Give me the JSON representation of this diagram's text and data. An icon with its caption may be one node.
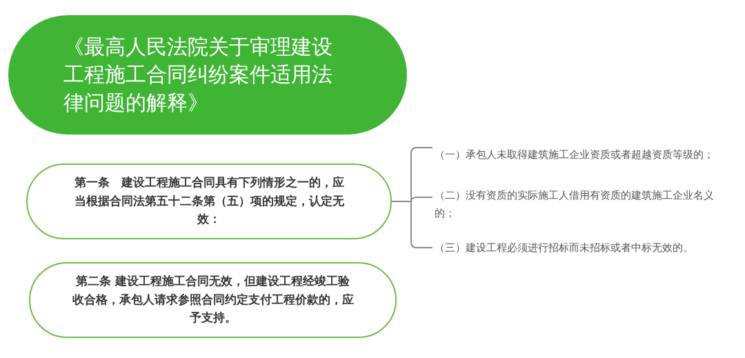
{
  "diagram": {
    "nodes": [
      {
        "text": [
          "《最高人民法院关于审理建设工程施工合同纠纷案件适用法律问题的解释》"
        ]
      },
      {
        "text": [
          "第一条　建设工程施工合同具有下列情形之一的，应当根据合同法第五十二条第（五）项的规定，认定无效："
        ]
      },
      {
        "text": [
          "第二条 建设工程施工合同无效，但建设工程经竣工验收合格，承包人请求参照合同约定支付工程价款的，应予支持。"
        ]
      },
      {
        "text": [
          "（一）承包人未取得建筑施工企业资质或者超越资质等级的；"
        ]
      },
      {
        "text": [
          "（二）没有资质的实际施工人借用有资质的建筑施工企业名义的；"
        ]
      },
      {
        "text": [
          "（三）建设工程必须进行招标而未招标或者中标无效的。"
        ]
      }
    ],
    "edges": [
      {
        "from": 1,
        "to": 3,
        "arrow": "none"
      },
      {
        "from": 1,
        "to": 4,
        "arrow": "none"
      },
      {
        "from": 1,
        "to": 5,
        "arrow": "none"
      }
    ]
  }
}
